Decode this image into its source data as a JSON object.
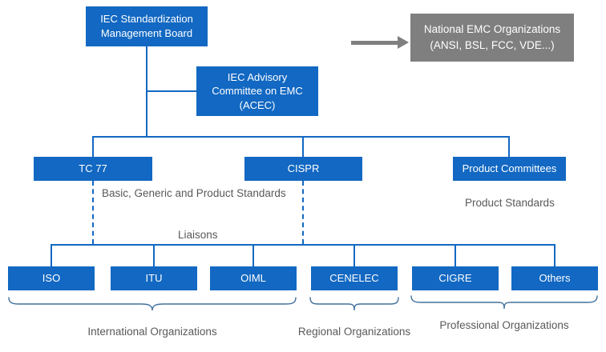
{
  "colors": {
    "box_blue": "#1268C2",
    "box_gray": "#7F7F7F",
    "line_blue": "#1268C2",
    "label_gray": "#595959",
    "brace_blue": "#41719C"
  },
  "nodes": {
    "smb": {
      "label": "IEC Standardization Management Board"
    },
    "national": {
      "label": "National EMC Organizations (ANSI, BSL, FCC, VDE...)"
    },
    "acec": {
      "label": "IEC Advisory Committee on EMC (ACEC)"
    },
    "tc77": {
      "label": "TC 77"
    },
    "cispr": {
      "label": "CISPR"
    },
    "product_committees": {
      "label": "Product Committees"
    },
    "bottom_row": [
      {
        "label": "ISO"
      },
      {
        "label": "ITU"
      },
      {
        "label": "OIML"
      },
      {
        "label": "CENELEC"
      },
      {
        "label": "CIGRE"
      },
      {
        "label": "Others"
      }
    ]
  },
  "annotations": {
    "basic_generic": "Basic, Generic and Product Standards",
    "product_standards": "Product Standards",
    "liaisons": "Liaisons",
    "groups": [
      {
        "label": "International Organizations"
      },
      {
        "label": "Regional Organizations"
      },
      {
        "label": "Professional Organizations"
      }
    ]
  }
}
